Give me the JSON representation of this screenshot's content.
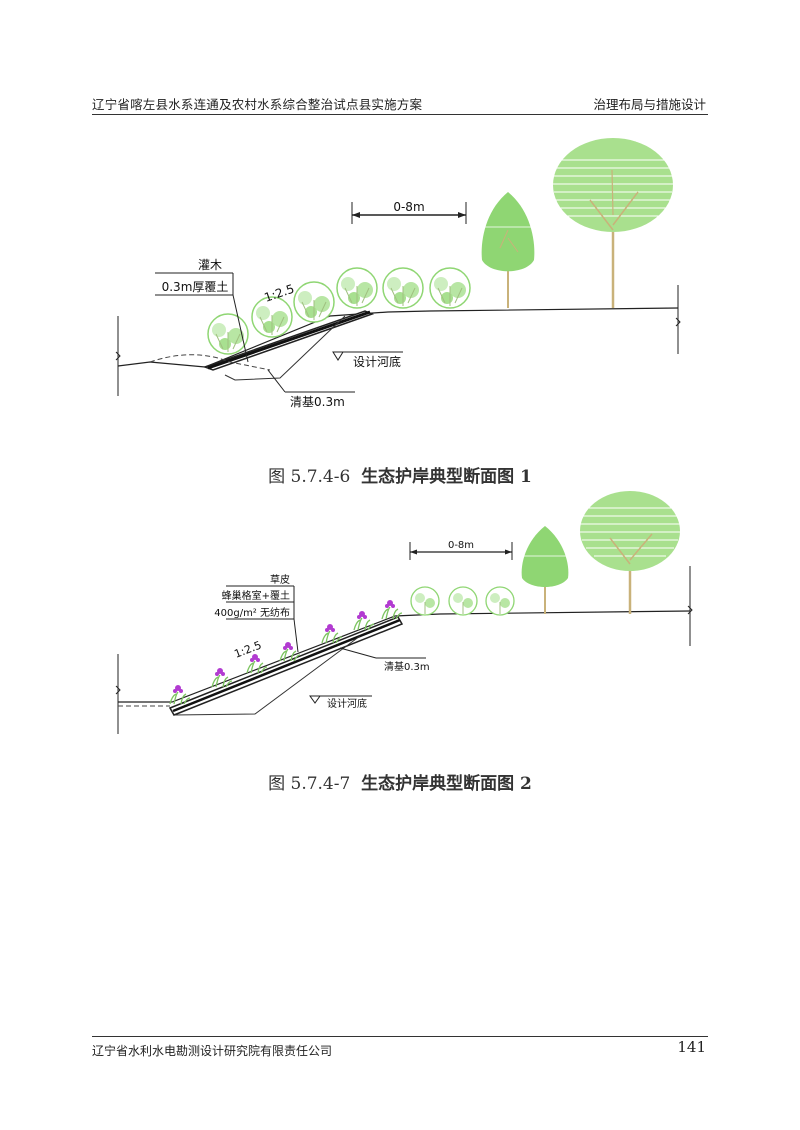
{
  "header": {
    "left": "辽宁省喀左县水系连通及农村水系综合整治试点县实施方案",
    "right": "治理布局与措施设计"
  },
  "figure1": {
    "number": "图 5.7.4-6",
    "title": "生态护岸典型断面图 1",
    "labels": {
      "width": "0-8m",
      "shrub": "灌木",
      "soil": "0.3m厚覆土",
      "slope": "1:2.5",
      "river_bed": "设计河底",
      "clearing": "清基0.3m"
    }
  },
  "figure2": {
    "number": "图 5.7.4-7",
    "title": "生态护岸典型断面图 2",
    "labels": {
      "width": "0-8m",
      "grass": "草皮",
      "cell": "蜂巢格室+覆土",
      "fabric": "400g/m² 无纺布",
      "slope": "1:2.5",
      "clearing": "清基0.3m",
      "river_bed": "设计河底"
    }
  },
  "footer": {
    "left": "辽宁省水利水电勘测设计研究院有限责任公司",
    "page": "141"
  },
  "colors": {
    "tree_green": "#8fd673",
    "trunk": "#c9b27a",
    "flower": "#b23bd1",
    "line": "#222222"
  }
}
